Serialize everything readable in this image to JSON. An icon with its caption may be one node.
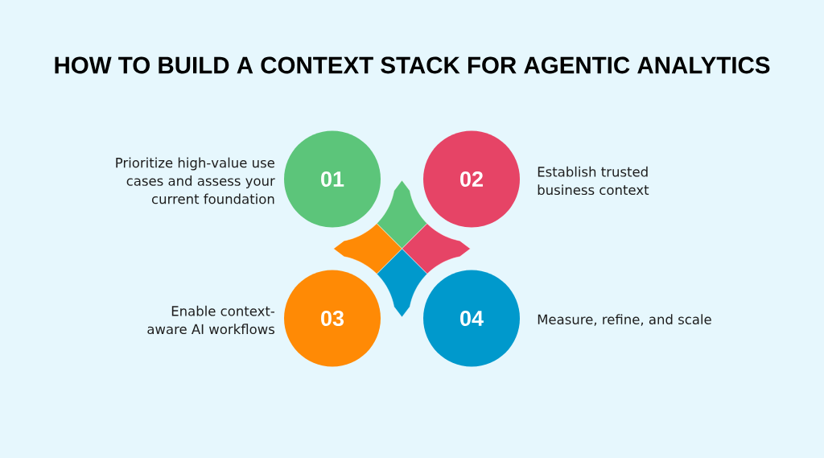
{
  "diagram": {
    "title": "HOW TO BUILD A CONTEXT STACK FOR AGENTIC ANALYTICS",
    "nodes": [
      {
        "text": [
          "01"
        ],
        "beside": [
          "Prioritize high-value use cases and assess your current foundation"
        ]
      },
      {
        "text": [
          "02"
        ],
        "beside": [
          "Establish trusted business context"
        ]
      },
      {
        "text": [
          "03"
        ],
        "beside": [
          "Enable context-aware AI workflows"
        ]
      },
      {
        "text": [
          "04"
        ],
        "beside": [
          "Measure, refine, and scale"
        ]
      }
    ]
  }
}
